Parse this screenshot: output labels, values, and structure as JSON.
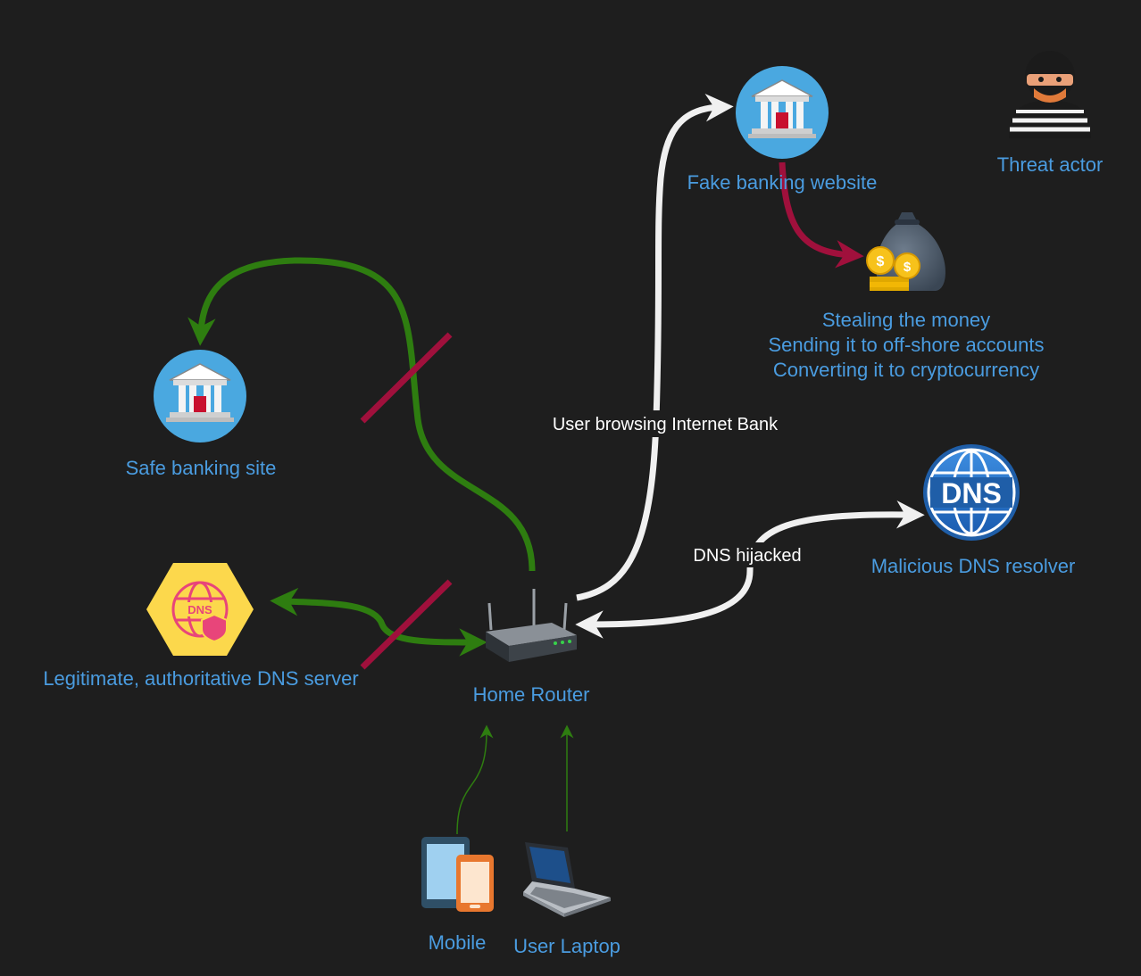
{
  "colors": {
    "background": "#1e1e1e",
    "label_blue": "#4a9ce0",
    "safe_path_green": "#2e7d10",
    "hijack_path_white": "#f0f0f0",
    "money_path_red": "#a0103c",
    "blocked_slash_red": "#a0103c",
    "device_link_green": "#2e7d10"
  },
  "nodes": {
    "fake_bank": {
      "label": "Fake banking website",
      "icon": "bank-icon"
    },
    "threat_actor": {
      "label": "Threat actor",
      "icon": "burglar-icon"
    },
    "money": {
      "icon": "money-bag-icon",
      "lines": [
        "Stealing the money",
        "Sending it to off-shore accounts",
        "Converting it to cryptocurrency"
      ]
    },
    "safe_bank": {
      "label": "Safe banking site",
      "icon": "bank-icon"
    },
    "malicious_dns": {
      "label": "Malicious DNS resolver",
      "icon": "dns-globe-icon",
      "icon_text": "DNS"
    },
    "legit_dns": {
      "label": "Legitimate, authoritative DNS server",
      "icon": "dns-hexagon-icon",
      "icon_text": "DNS"
    },
    "router": {
      "label": "Home Router",
      "icon": "router-icon"
    },
    "mobile": {
      "label": "Mobile",
      "icon": "mobile-devices-icon"
    },
    "laptop": {
      "label": "User Laptop",
      "icon": "laptop-icon"
    }
  },
  "edges": {
    "browsing": {
      "label": "User browsing Internet Bank"
    },
    "dns_hijacked": {
      "label": "DNS hijacked"
    }
  }
}
